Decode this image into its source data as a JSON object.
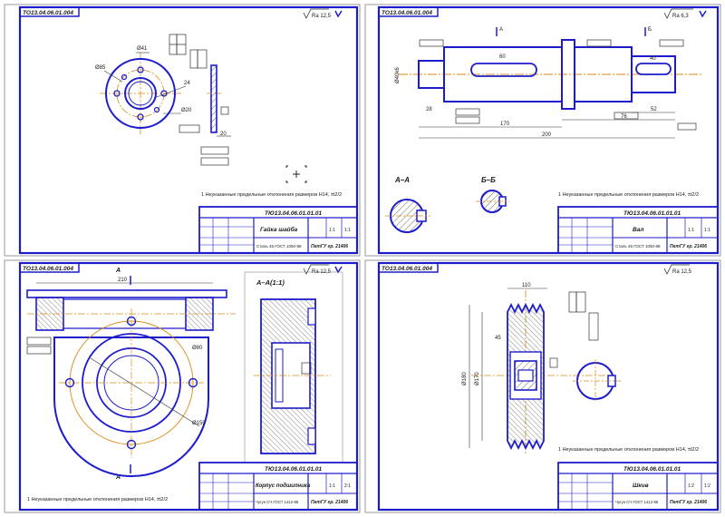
{
  "sheets": [
    {
      "id": "tl",
      "stamp": "ТО13.04.06.01.004",
      "rough": "Ra 12,5",
      "note": "1 Неуказанные предельные отклонения размеров H14, ±t2/2",
      "code": "ТЮ13.04.06.01.01.01",
      "part": "Гайка шайба",
      "material": "Сталь 45 ГОСТ 1050-88",
      "org": "ПетГУ гр. 21406",
      "mass": "1:1",
      "scale": "1:1",
      "dims": [
        "Ø85",
        "Ø41",
        "24",
        "Ø20",
        "20"
      ]
    },
    {
      "id": "tr",
      "stamp": "ТО13.04.06.01.004",
      "rough": "Ra 6,3",
      "note": "1 Неуказанные предельные отклонения размеров H14, ±t2/2",
      "code": "ТЮ13.04.06.01.01.01",
      "part": "Вал",
      "material": "Сталь 45 ГОСТ 1050-88",
      "org": "ПетГУ гр. 21406",
      "mass": "1:1",
      "scale": "1:1",
      "dims": [
        "170",
        "200",
        "76",
        "52",
        "40",
        "60",
        "28",
        "Ø40k6"
      ],
      "section_a": "А–А",
      "section_b": "Б–Б",
      "label_a": "А",
      "label_b": "Б"
    },
    {
      "id": "bl",
      "stamp": "ТО13.04.06.01.004",
      "rough": "Ra 12,5",
      "note": "1 Неуказанные предельные отклонения размеров H14, ±t2/2",
      "code": "ТЮ13.04.06.01.01.01",
      "part": "Корпус подшипника",
      "material": "Чугун СЧ ГОСТ 1412-85",
      "org": "ПетГУ гр. 21406",
      "mass": "1:1",
      "scale": "2:1",
      "section": "А–А(1:1)",
      "label_a": "А",
      "dims": [
        "210",
        "Ø150",
        "Ø80"
      ]
    },
    {
      "id": "br",
      "stamp": "ТО13.04.06.01.004",
      "rough": "Ra 12,5",
      "note": "1 Неуказанные предельные отклонения размеров H14, ±t2/2",
      "code": "ТЮ13.04.06.01.01.01",
      "part": "Шкив",
      "material": "Чугун СЧ ГОСТ 1412-85",
      "org": "ПетГУ гр. 21406",
      "mass": "1:2",
      "scale": "1:2",
      "dims": [
        "110",
        "Ø180",
        "Ø170",
        "45"
      ]
    }
  ]
}
